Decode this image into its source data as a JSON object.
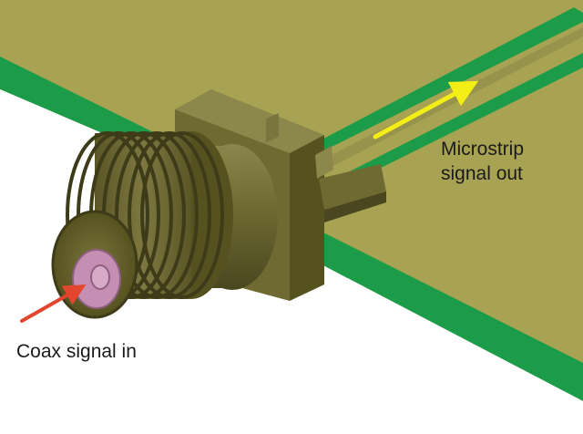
{
  "labels": {
    "output_line1": "Microstrip",
    "output_line2": "signal out",
    "input": "Coax signal in"
  },
  "colors": {
    "board_top": "#a8a352",
    "board_edge": "#1c9b48",
    "trace": "#1c9b48",
    "connector": "#6e6a32",
    "connector_dark": "#4d4a22",
    "connector_light": "#8c874a",
    "dielectric": "#c58fb3",
    "output_arrow": "#f4ee17",
    "input_arrow": "#e2462e"
  }
}
